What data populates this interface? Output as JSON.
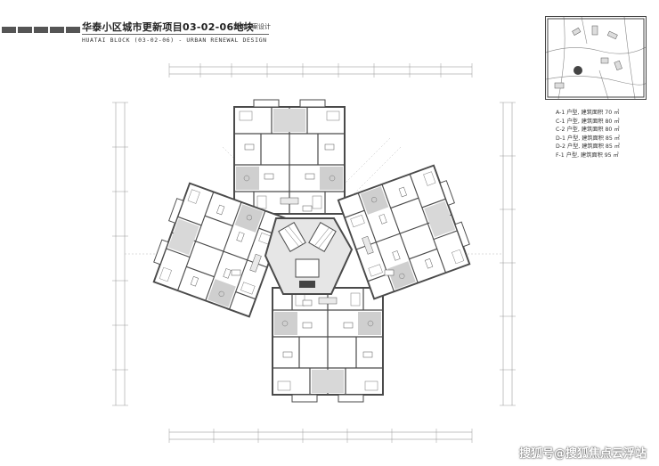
{
  "header": {
    "title_cn": "华泰小区城市更新项目03-02-06地块",
    "subtitle_cn": "建筑方案设计",
    "title_en": "HUATAI BLOCK  (03-02-06)  - URBAN RENEWAL DESIGN"
  },
  "legend": {
    "items": [
      "A-1 户型, 建筑面积 70 ㎡",
      "C-1 户型, 建筑面积 80 ㎡",
      "C-2 户型, 建筑面积 80 ㎡",
      "D-1 户型, 建筑面积 85 ㎡",
      "D-2 户型, 建筑面积 85 ㎡",
      "F-1 户型, 建筑面积 95 ㎡"
    ]
  },
  "watermark": {
    "text": "搜狐号@搜狐焦点云浮站"
  },
  "colors": {
    "wall": "#4a4a4a",
    "room": "#ffffff",
    "core": "#cfcfcf",
    "dimension": "#777777",
    "accent_block": "#444444"
  }
}
